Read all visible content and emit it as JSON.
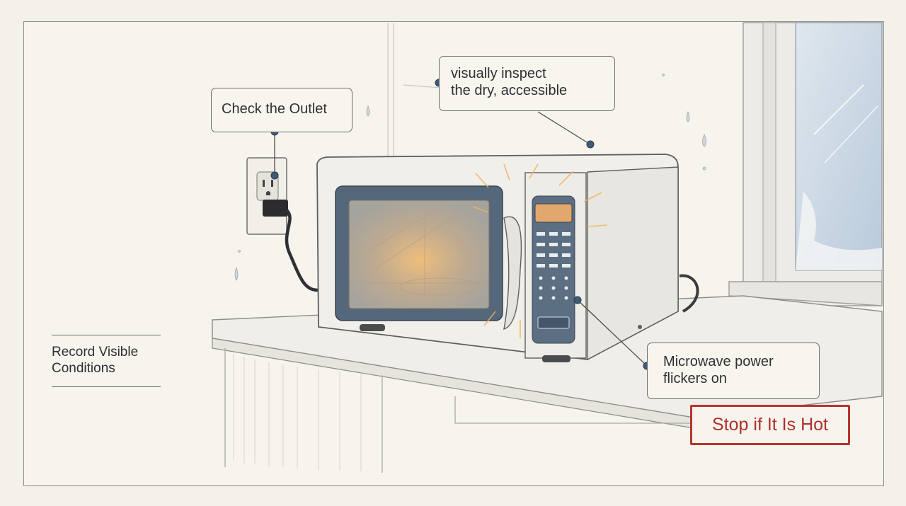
{
  "labels": {
    "check_outlet": "Check the Outlet",
    "inspect_line1": "visually inspect",
    "inspect_line2": "the dry, accessible",
    "flicker_line1": "Microwave power",
    "flicker_line2": "flickers on",
    "stop_hot": "Stop if It Is Hot",
    "record_line1": "Record Visible",
    "record_line2": "Conditions"
  },
  "colors": {
    "warning": "#b8352e",
    "outline": "#6d6e70",
    "accent_dot": "#3f5b78",
    "glow": "#f2b35c"
  }
}
